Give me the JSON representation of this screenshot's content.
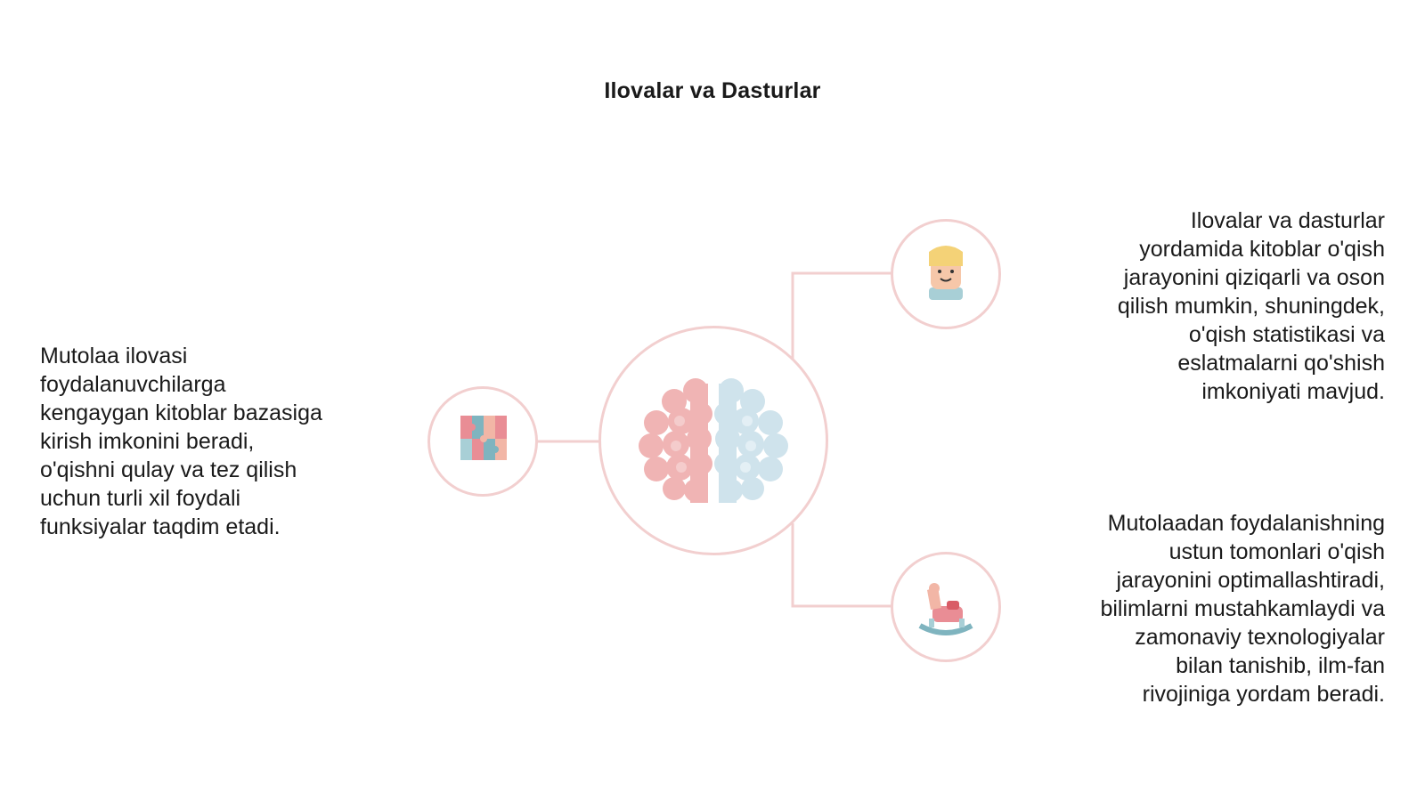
{
  "title": "Ilovalar va Dasturlar",
  "colors": {
    "connector": "#f2cfcf",
    "brain_left": "#f0b4b4",
    "brain_right": "#cfe3ec",
    "text": "#1a1a1a"
  },
  "center_node": {
    "icon": "brain-icon"
  },
  "left_node": {
    "icon": "puzzle-icon",
    "lines": [
      "Mutolaa ilovasi",
      "foydalanuvchilarga",
      "kengaygan kitoblar bazasiga",
      "kirish imkonini beradi,",
      "o'qishni qulay va tez qilish",
      "uchun turli xil foydali",
      "funksiyalar taqdim etadi."
    ]
  },
  "top_right_node": {
    "icon": "child-face-icon",
    "lines": [
      "Ilovalar va dasturlar",
      "yordamida kitoblar o'qish",
      "jarayonini qiziqarli va oson",
      "qilish mumkin, shuningdek,",
      "o'qish statistikasi va",
      "eslatmalarni qo'shish",
      "imkoniyati mavjud."
    ]
  },
  "bottom_right_node": {
    "icon": "rocking-horse-icon",
    "lines": [
      "Mutolaadan foydalanishning",
      "ustun tomonlari o'qish",
      "jarayonini optimallashtiradi,",
      "bilimlarni mustahkamlaydi va",
      "zamonaviy texnologiyalar",
      "bilan tanishib, ilm-fan",
      "rivojiniga yordam beradi."
    ]
  }
}
